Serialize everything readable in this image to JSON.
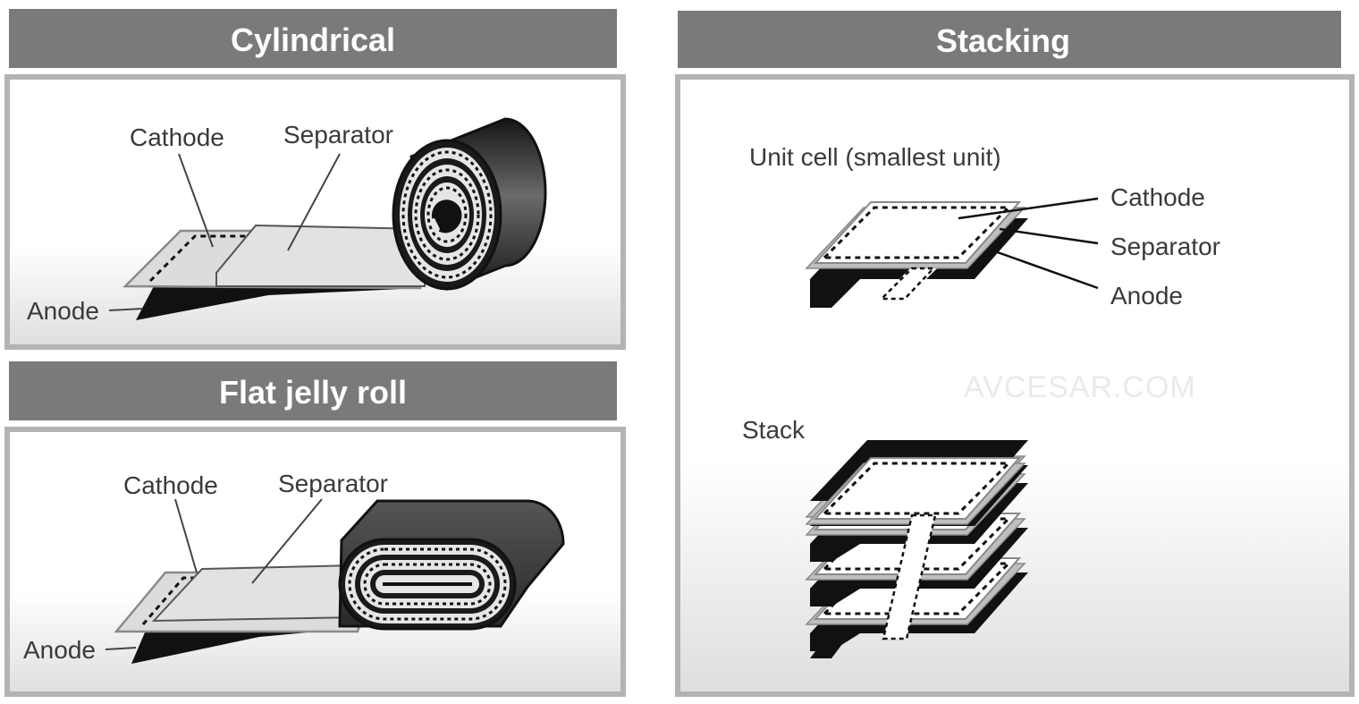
{
  "panels": {
    "cylindrical": {
      "title": "Cylindrical",
      "labels": {
        "cathode": "Cathode",
        "separator": "Separator",
        "anode": "Anode"
      }
    },
    "flat": {
      "title": "Flat jelly roll",
      "labels": {
        "cathode": "Cathode",
        "separator": "Separator",
        "anode": "Anode"
      }
    },
    "stacking": {
      "title": "Stacking",
      "unit_cell_label": "Unit cell (smallest unit)",
      "labels": {
        "cathode": "Cathode",
        "separator": "Separator",
        "anode": "Anode"
      },
      "stack_label": "Stack"
    }
  },
  "watermark": "AVCESAR.COM",
  "colors": {
    "header": "#7a7a7a",
    "panel_border": "#b3b3b3",
    "anode": "#111111",
    "sheet": "#e4e4e4",
    "roll_dark": "#2a2a2a"
  }
}
